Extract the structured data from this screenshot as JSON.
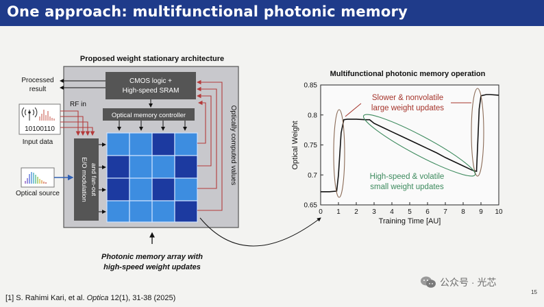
{
  "slide": {
    "title": "One approach: multifunctional photonic memory",
    "citation": {
      "prefix": "[1] S. Rahimi Kari, et al. ",
      "journal": "Optica",
      "suffix": " 12(1), 31-38 (2025)"
    },
    "slide_number": "15",
    "watermark": "公众号 · 光芯"
  },
  "architecture": {
    "title": "Proposed weight stationary architecture",
    "cmos_line1": "CMOS logic +",
    "cmos_line2": "High-speed SRAM",
    "controller": "Optical memory controller",
    "modulation_line1": "E/O modulation",
    "modulation_line2": "and fan-out",
    "processed_line1": "Processed",
    "processed_line2": "result",
    "rf_in": "RF in",
    "binary": "10100110",
    "input_data": "Input data",
    "optical_source": "Optical source",
    "optically_computed": "Optically computed values",
    "array_caption_line1": "Photonic memory array with",
    "array_caption_line2": "high-speed weight updates",
    "colors": {
      "dark_cell": "#1c3aa0",
      "light_cell": "#3d8de0",
      "block": "#555555",
      "arrow": "#b43a3a"
    }
  },
  "operation": {
    "title": "Multifunctional photonic memory operation",
    "annotation_slow_line1": "Slower & nonvolatile",
    "annotation_slow_line2": "large weight updates",
    "annotation_fast_line1": "High-speed & volatile",
    "annotation_fast_line2": "small weight updates",
    "colors": {
      "slow": "#a5342b",
      "fast": "#3c8a5d"
    }
  },
  "chart_data": {
    "type": "line",
    "xlabel": "Training Time [AU]",
    "ylabel": "Optical Weight",
    "xlim": [
      0,
      10
    ],
    "ylim": [
      0.65,
      0.85
    ],
    "xticks": [
      "0",
      "1",
      "2",
      "3",
      "4",
      "5",
      "6",
      "7",
      "8",
      "9",
      "10"
    ],
    "yticks": [
      "0.65",
      "0.7",
      "0.75",
      "0.8",
      "0.85"
    ],
    "grid": false,
    "x": [
      0,
      0.5,
      0.9,
      1.0,
      1.15,
      1.3,
      1.5,
      2.0,
      2.5,
      2.75,
      3.0,
      3.5,
      4.0,
      4.5,
      5.0,
      5.5,
      6.0,
      6.5,
      7.0,
      7.5,
      8.0,
      8.5,
      8.75,
      8.8,
      8.9,
      9.0,
      9.3,
      9.5,
      10.0
    ],
    "y": [
      0.672,
      0.672,
      0.673,
      0.7,
      0.77,
      0.792,
      0.793,
      0.793,
      0.792,
      0.792,
      0.786,
      0.779,
      0.772,
      0.765,
      0.758,
      0.751,
      0.744,
      0.737,
      0.729,
      0.722,
      0.715,
      0.708,
      0.706,
      0.74,
      0.81,
      0.832,
      0.834,
      0.834,
      0.833
    ]
  }
}
